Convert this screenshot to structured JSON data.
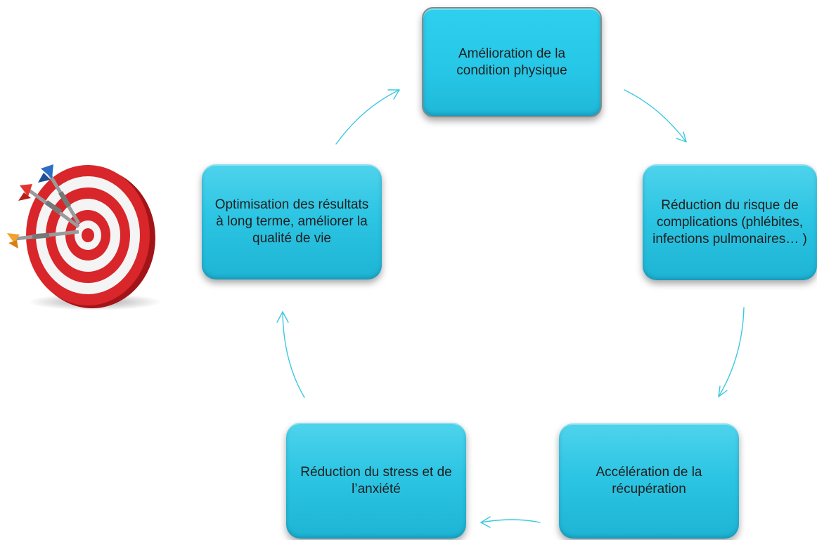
{
  "diagram": {
    "nodes": [
      {
        "id": "top",
        "text": "Amélioration de la condition physique"
      },
      {
        "id": "right",
        "text": "Réduction du risque de complications (phlébites, infections pulmonaires… )"
      },
      {
        "id": "bottom_right",
        "text": "Accélération de la récupération"
      },
      {
        "id": "bottom_left",
        "text": "Réduction du stress et de l’anxiété"
      },
      {
        "id": "left",
        "text": "Optimisation des résultats à long terme, améliorer la qualité de vie"
      }
    ],
    "arrow_color": "#3cc8e0",
    "box_color": "#2cc5e3",
    "target_icon": "dartboard-with-darts-icon"
  }
}
